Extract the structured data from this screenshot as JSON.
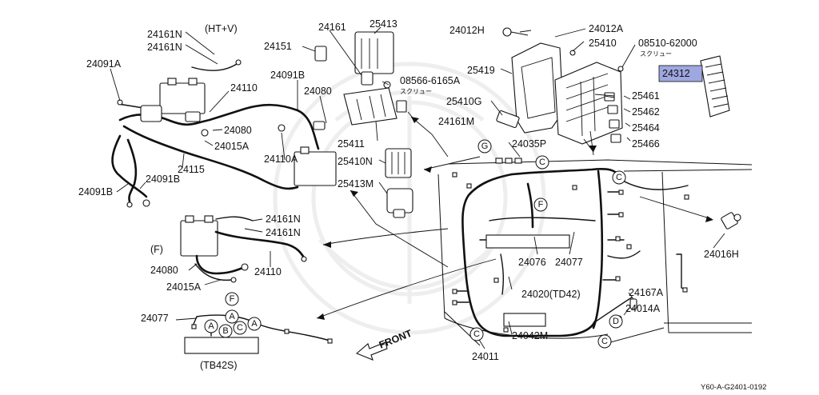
{
  "diagram": {
    "reference_code": "Y60-A-G2401-0192",
    "front_label": "FRONT",
    "highlight_color": "#9fa7e0",
    "callouts": [
      {
        "id": "c-24161n-a",
        "text": "24161N"
      },
      {
        "id": "c-24161n-b",
        "text": "24161N"
      },
      {
        "id": "c-htv",
        "text": "(HT+V)"
      },
      {
        "id": "c-24091a",
        "text": "24091A"
      },
      {
        "id": "c-24110-top",
        "text": "24110"
      },
      {
        "id": "c-24080-top",
        "text": "24080"
      },
      {
        "id": "c-24015a-top",
        "text": "24015A"
      },
      {
        "id": "c-24115",
        "text": "24115"
      },
      {
        "id": "c-24091b-a",
        "text": "24091B"
      },
      {
        "id": "c-24091b-b",
        "text": "24091B"
      },
      {
        "id": "c-24161",
        "text": "24161"
      },
      {
        "id": "c-25413",
        "text": "25413"
      },
      {
        "id": "c-24151",
        "text": "24151"
      },
      {
        "id": "c-24091b-c",
        "text": "24091B"
      },
      {
        "id": "c-24080-mid",
        "text": "24080"
      },
      {
        "id": "c-08566",
        "text": "08566-6165A"
      },
      {
        "id": "c-08566-jp",
        "text": "スクリュー"
      },
      {
        "id": "c-24110a",
        "text": "24110A"
      },
      {
        "id": "c-25411",
        "text": "25411"
      },
      {
        "id": "c-24161m",
        "text": "24161M"
      },
      {
        "id": "c-25410n",
        "text": "25410N"
      },
      {
        "id": "c-25413m",
        "text": "25413M"
      },
      {
        "id": "c-24012h",
        "text": "24012H"
      },
      {
        "id": "c-24012a",
        "text": "24012A"
      },
      {
        "id": "c-25410",
        "text": "25410"
      },
      {
        "id": "c-08510",
        "text": "08510-62000"
      },
      {
        "id": "c-08510-jp",
        "text": "スクリュー"
      },
      {
        "id": "c-25419",
        "text": "25419"
      },
      {
        "id": "c-24312",
        "text": "24312"
      },
      {
        "id": "c-25410g",
        "text": "25410G"
      },
      {
        "id": "c-25461",
        "text": "25461"
      },
      {
        "id": "c-25462",
        "text": "25462"
      },
      {
        "id": "c-25464",
        "text": "25464"
      },
      {
        "id": "c-25466",
        "text": "25466"
      },
      {
        "id": "c-24035p",
        "text": "24035P"
      },
      {
        "id": "c-24016h",
        "text": "24016H"
      },
      {
        "id": "c-24161n-c",
        "text": "24161N"
      },
      {
        "id": "c-24161n-d",
        "text": "24161N"
      },
      {
        "id": "c-f-paren",
        "text": "(F)"
      },
      {
        "id": "c-24080-low",
        "text": "24080"
      },
      {
        "id": "c-24015a-low",
        "text": "24015A"
      },
      {
        "id": "c-24110-low",
        "text": "24110"
      },
      {
        "id": "c-24076",
        "text": "24076"
      },
      {
        "id": "c-24077-mid",
        "text": "24077"
      },
      {
        "id": "c-24020",
        "text": "24020(TD42)"
      },
      {
        "id": "c-24167a",
        "text": "24167A"
      },
      {
        "id": "c-24014a",
        "text": "24014A"
      },
      {
        "id": "c-24077-low",
        "text": "24077"
      },
      {
        "id": "c-24042m",
        "text": "24042M"
      },
      {
        "id": "c-24011",
        "text": "24011"
      },
      {
        "id": "c-tb42s",
        "text": "(TB42S)"
      }
    ],
    "bubbles": [
      {
        "id": "b-g",
        "text": "G"
      },
      {
        "id": "b-c1",
        "text": "C"
      },
      {
        "id": "b-c2",
        "text": "C"
      },
      {
        "id": "b-f1",
        "text": "F"
      },
      {
        "id": "b-c3",
        "text": "C"
      },
      {
        "id": "b-d",
        "text": "D"
      },
      {
        "id": "b-c4",
        "text": "C"
      },
      {
        "id": "b-f2",
        "text": "F"
      },
      {
        "id": "b-a1",
        "text": "A"
      },
      {
        "id": "b-a2",
        "text": "A"
      },
      {
        "id": "b-b",
        "text": "B"
      },
      {
        "id": "b-c5",
        "text": "C"
      },
      {
        "id": "b-a3",
        "text": "A"
      }
    ]
  }
}
